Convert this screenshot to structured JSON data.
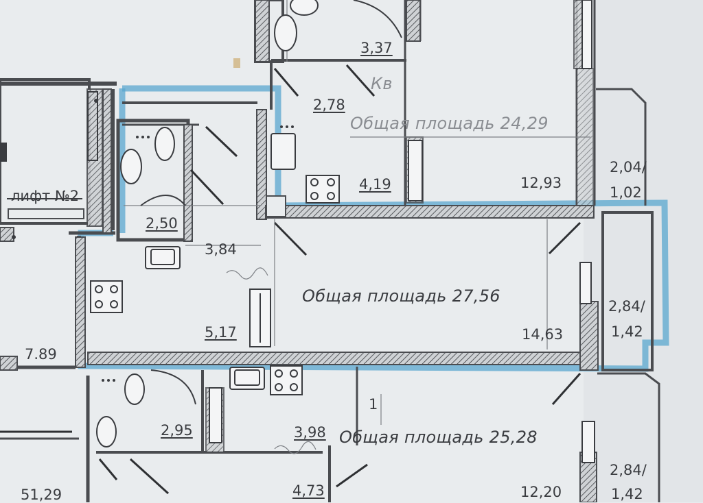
{
  "labels": {
    "lift": "лифт №2",
    "common_area_top": "Общая площадь 24,29",
    "common_area_mid": "Общая площадь 27,56",
    "common_area_bot": "Общая площадь 25,28",
    "kv_partial": "Кв",
    "corner_bot": "1"
  },
  "areas": {
    "a_3_37": "3,37",
    "a_2_78": "2,78",
    "a_4_19": "4,19",
    "a_12_93": "12,93",
    "a_2_04": "2,04/",
    "a_1_02": "1,02",
    "a_2_50": "2,50",
    "a_3_84": "3,84",
    "a_5_17": "5,17",
    "a_14_63": "14,63",
    "a_2_84_mid": "2,84/",
    "a_1_42_mid": "1,42",
    "a_7_89": "7.89",
    "a_2_95": "2,95",
    "a_3_98": "3,98",
    "a_4_73": "4,73",
    "a_12_20": "12,20",
    "a_2_84_bot": "2,84/",
    "a_1_42_bot": "1,42",
    "a_51_29": "51,29"
  },
  "colors": {
    "paper": "#e9ecee",
    "wall": "#4a4c50",
    "highlight": "#5aa7cf"
  },
  "icons": [
    "toilet-icon",
    "sink-icon",
    "stove-icon",
    "bathtub-icon",
    "window-icon"
  ]
}
